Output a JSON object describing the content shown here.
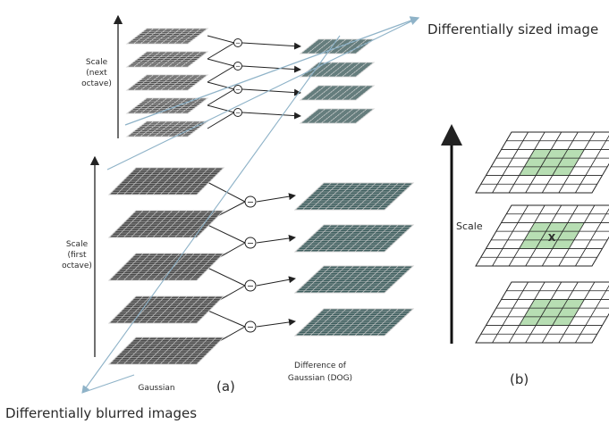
{
  "annotations": {
    "top_right": "Differentially sized image",
    "bottom_left": "Differentially blurred images"
  },
  "panel_a": {
    "label": "(a)",
    "upper_axis": [
      "Scale",
      "(next",
      "octave)"
    ],
    "lower_axis": [
      "Scale",
      "(first",
      "octave)"
    ],
    "gaussian_label": "Gaussian",
    "dog_label": [
      "Difference of",
      "Gaussian (DOG)"
    ],
    "subtract_symbol": "−"
  },
  "panel_b": {
    "label": "(b)",
    "axis": "Scale",
    "marker": "X"
  },
  "colors": {
    "gaussian": "#4a4a4a",
    "dog": "#3f5f5f",
    "neighbour_highlight": "#9fd39a",
    "grid_line": "#222222"
  }
}
